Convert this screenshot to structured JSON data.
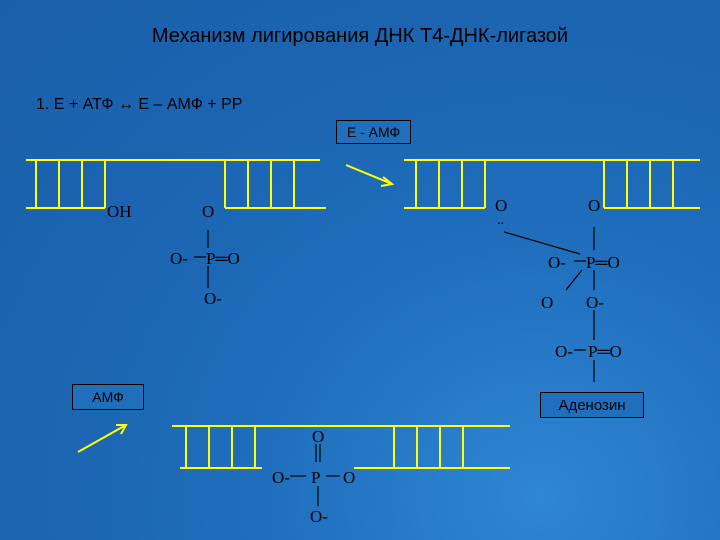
{
  "slide": {
    "title": "Механизм лигирования ДНК Т4-ДНК-лигазой",
    "equation": "1. Е + АТФ  ↔ Е – АМФ + РР"
  },
  "labels": {
    "e_amf": "Е - АМФ",
    "amf": "АМФ",
    "adenosine": "Аденозин"
  },
  "atoms": {
    "oh": "OH",
    "o_left": "O",
    "o_minus": "O-",
    "p_o": "P═O",
    "o_bottom": "O-",
    "o_right1": "O",
    "dots": "..",
    "o_right2": "O",
    "o_minus_r1": "O-",
    "p_o_r1": "P═O",
    "o_bridge": "O",
    "o_minus_bridge": "O-",
    "o_minus_r2": "O-",
    "p_o_r2": "P═O",
    "o_top_product": "O",
    "o_minus_product": "O-",
    "p_product": "P",
    "o_right_product": "O",
    "o_bottom_product": "O-"
  },
  "colors": {
    "background": "#1f6fbd",
    "strand": "#ffff00",
    "text": "#000000"
  }
}
